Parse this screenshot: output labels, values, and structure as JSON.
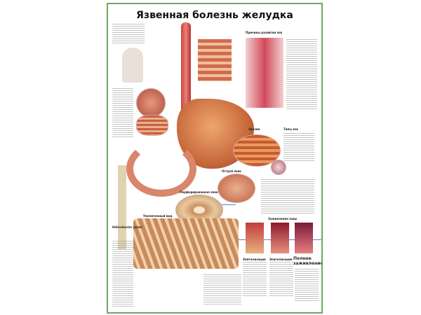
{
  "poster": {
    "title": "Язвенная болезнь желудка",
    "frame_color": "#6aaa5e",
    "sections": {
      "causes": "Причины развития язв",
      "erosion": "Эрозия",
      "ulcer_types": "Типы язв",
      "acute_ulcer": "Острая язва",
      "perforated_ulcer": "Перфорированная язва",
      "magnified_view": "Увеличенный вид",
      "helicobacter": "Helicobacter pylori",
      "healing": "Заживление язвы",
      "healing_stages": [
        "Эпителизация",
        "Эпителизация",
        "Полное заживление"
      ]
    }
  }
}
